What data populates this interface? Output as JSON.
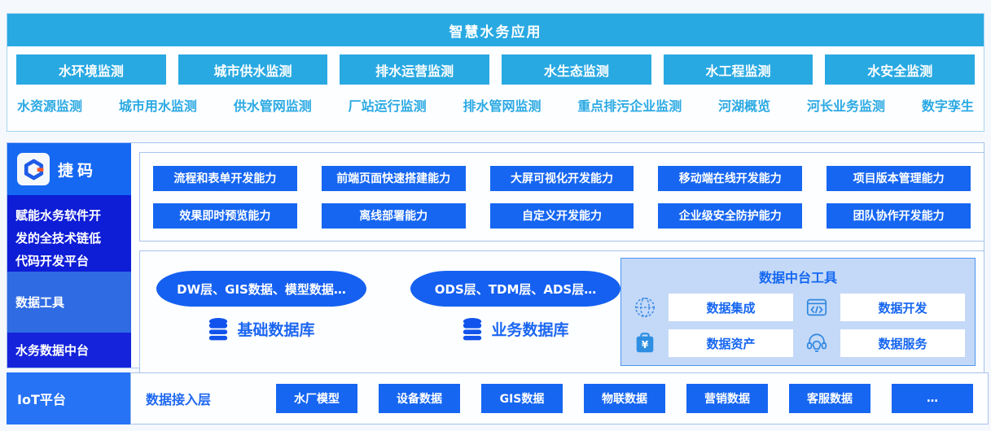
{
  "colors": {
    "cyan_accent": "#29A9E2",
    "primary_blue": "#1666F1",
    "sidebar_logo_blue": "#1568F2",
    "sidebar_deep_blue": "#0E1DD6",
    "sidebar_mid_blue": "#2F6BE3",
    "sidebar_center_blue": "#1524DB",
    "iot_blue": "#2673F5",
    "panel_light_blue": "#C4D9F8",
    "panel_border_blue": "#4D94F2",
    "box_border": "#A9C2EC",
    "logo_orange": "#F2572B"
  },
  "top": {
    "title": "智慧水务应用",
    "buttons": [
      "水环境监测",
      "城市供水监测",
      "排水运营监测",
      "水生态监测",
      "水工程监测",
      "水安全监测"
    ],
    "links": [
      "水资源监测",
      "城市用水监测",
      "供水管网监测",
      "厂站运行监测",
      "排水管网监测",
      "重点排污企业监测",
      "河湖概览",
      "河长业务监测",
      "数字孪生"
    ]
  },
  "platform": {
    "logo_text": "捷码",
    "logo_icon": "jema-hexagon-icon",
    "tagline_lines": [
      "赋能水务软件开",
      "发的全技术链低",
      "代码开发平台"
    ],
    "side_data_tools": "数据工具",
    "side_data_center": "水务数据中台",
    "cap_row1": [
      "流程和表单开发能力",
      "前端页面快速搭建能力",
      "大屏可视化开发能力",
      "移动端在线开发能力",
      "项目版本管理能力"
    ],
    "cap_row2": [
      "效果即时预览能力",
      "离线部署能力",
      "自定义开发能力",
      "企业级安全防护能力",
      "团队协作开发能力"
    ],
    "databases": [
      {
        "pill": "DW层、GIS数据、模型数据…",
        "name": "基础数据库",
        "icon": "database-cylinder-icon"
      },
      {
        "pill": "ODS层、TDM层、ADS层…",
        "name": "业务数据库",
        "icon": "database-cylinder-icon"
      }
    ],
    "tools_panel": {
      "title": "数据中台工具",
      "items": [
        {
          "label": "数据集成",
          "icon": "network-globe-icon"
        },
        {
          "label": "数据开发",
          "icon": "code-window-icon"
        },
        {
          "label": "数据资产",
          "icon": "asset-briefcase-icon"
        },
        {
          "label": "数据服务",
          "icon": "headset-service-icon"
        }
      ]
    }
  },
  "iot": {
    "name": "IoT平台",
    "layer_label": "数据接入层",
    "buttons": [
      "水厂模型",
      "设备数据",
      "GIS数据",
      "物联数据",
      "营销数据",
      "客服数据",
      "…"
    ]
  }
}
